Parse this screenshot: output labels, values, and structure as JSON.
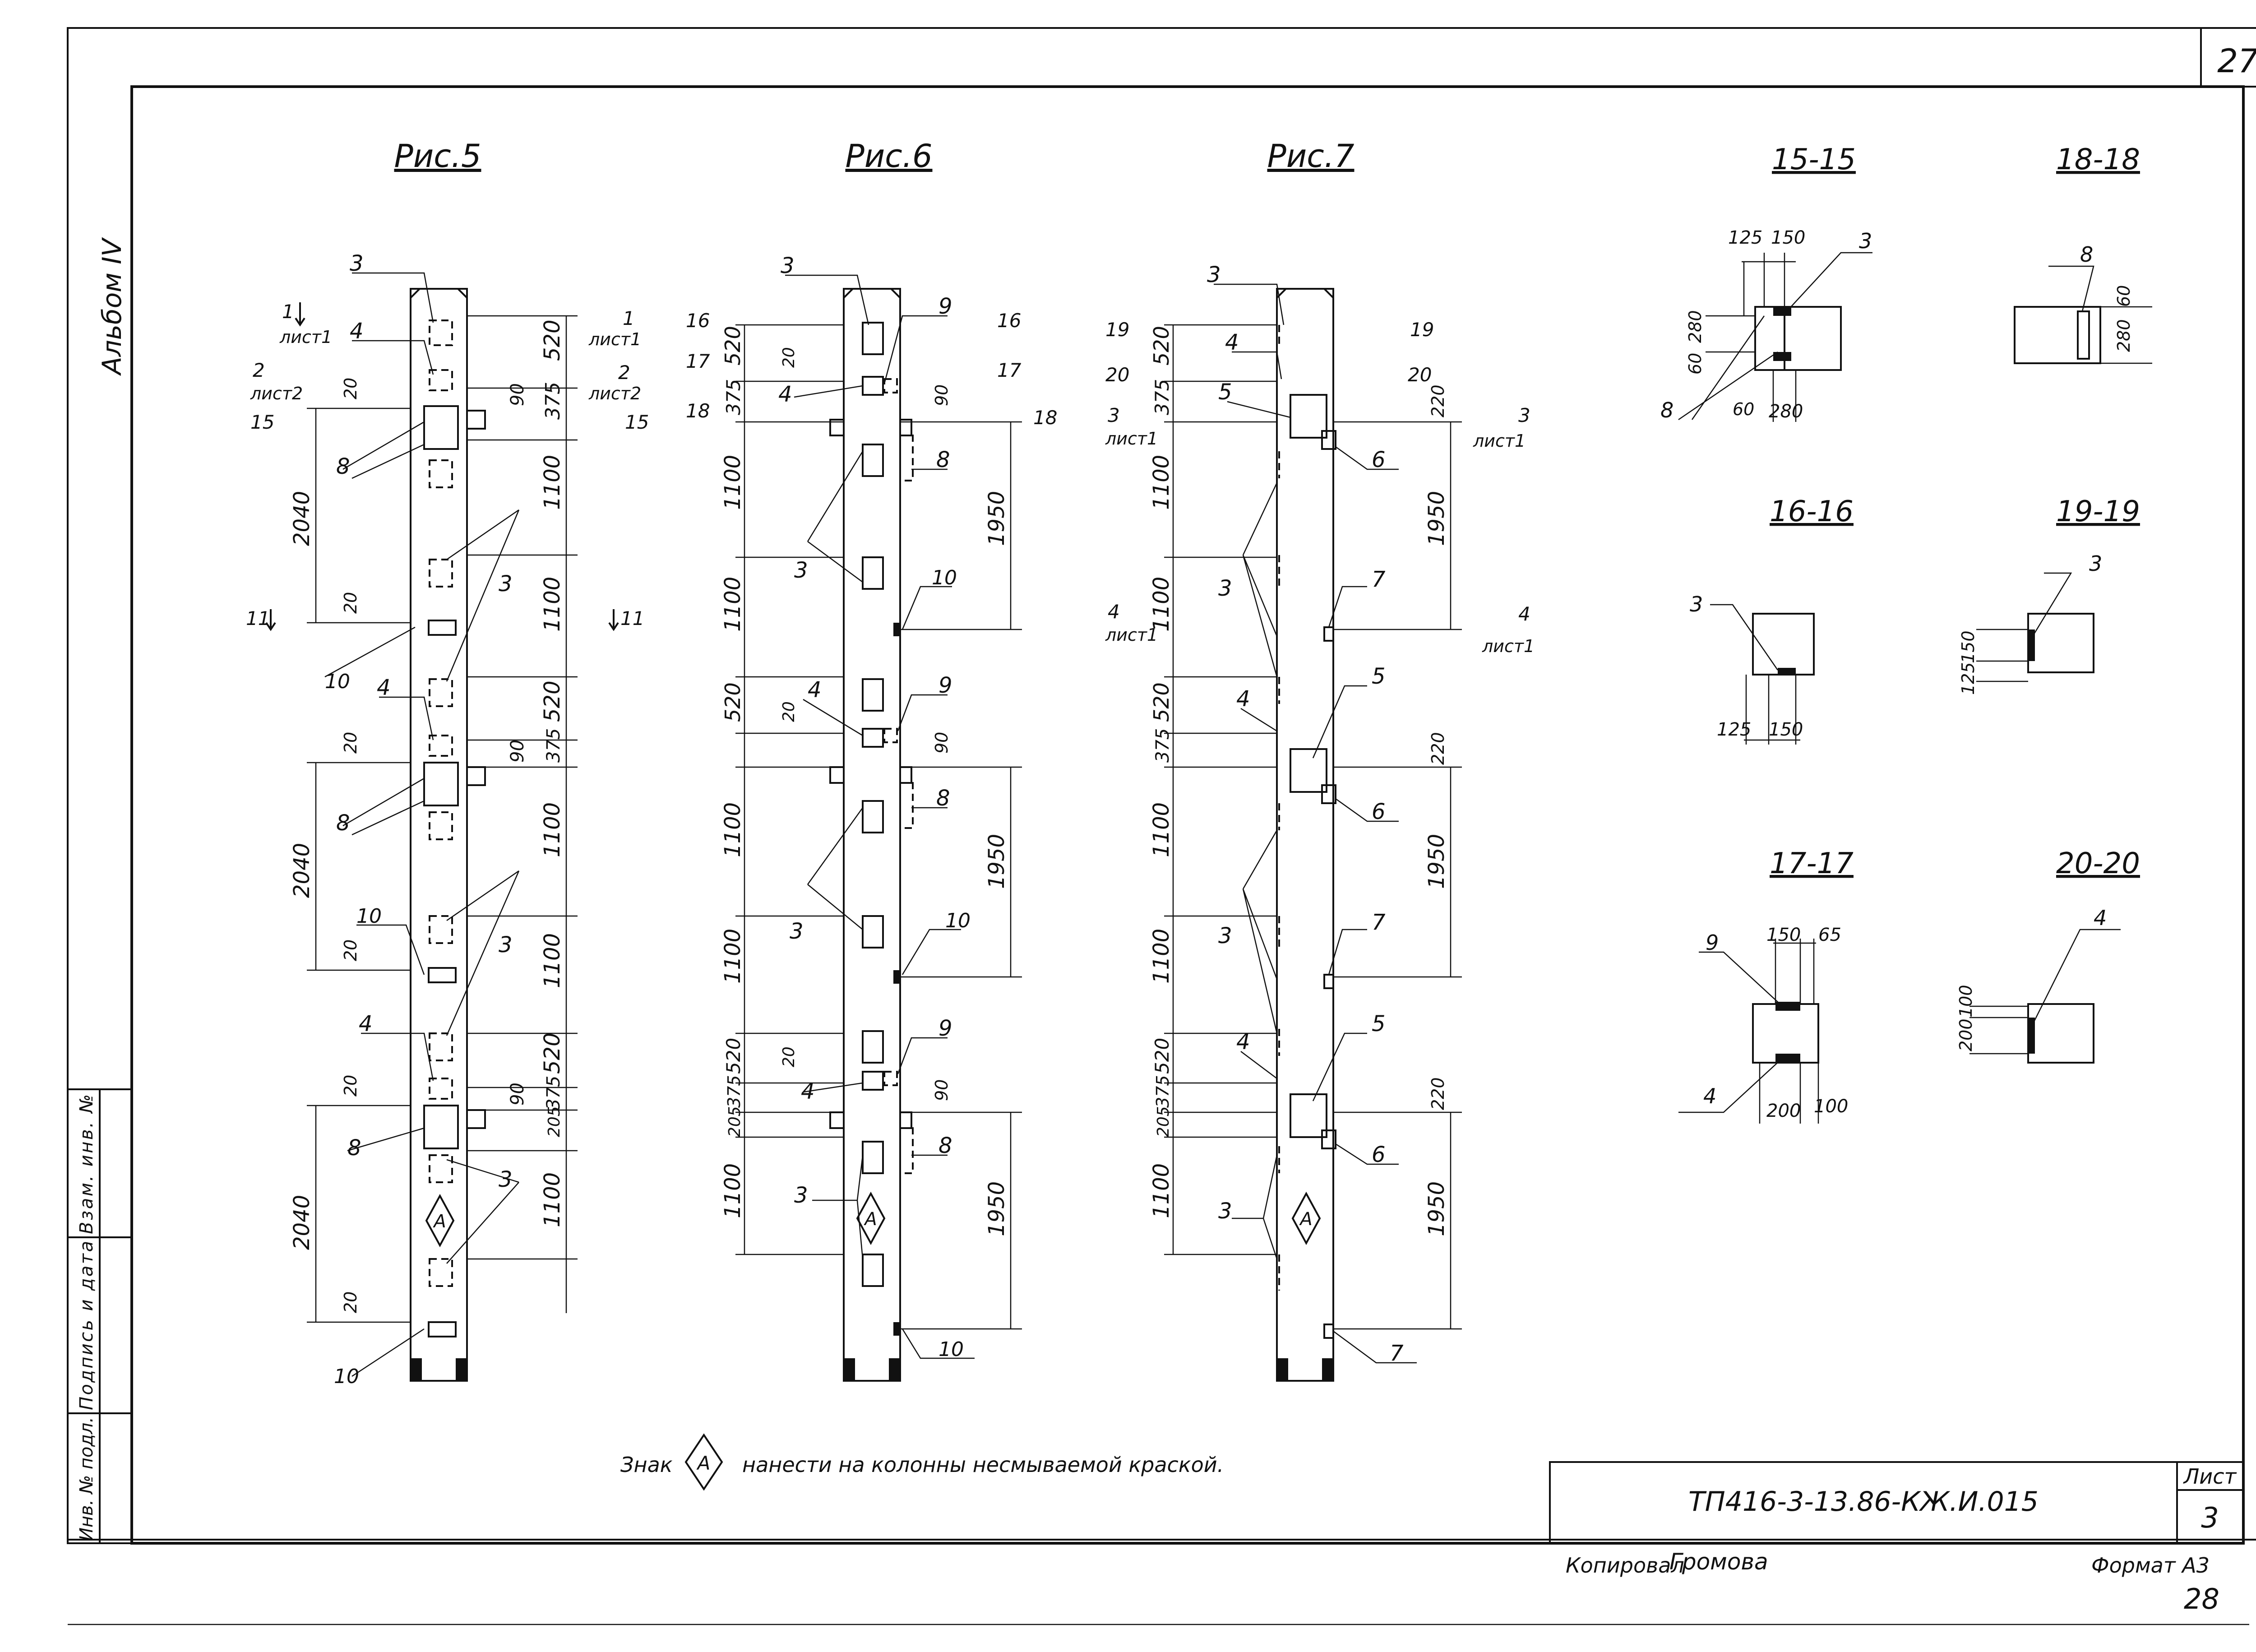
{
  "sheet": {
    "page_number": "27",
    "page_number_copy": "28",
    "album": "Альбом IV",
    "side_stamp": [
      "Инв. № подл.",
      "Подпись и дата",
      "Взам. инв. №"
    ],
    "note_prefix": "Знак",
    "note_text": "нанести на колонны несмываемой краской.",
    "mark_symbol": "А",
    "doc_code": "ТП416-3-13.86-КЖ.И.015",
    "list_label": "Лист",
    "list_number": "3",
    "copied_label": "Копировал",
    "copied_name": "Громова",
    "format": "Формат А3"
  },
  "figures": [
    {
      "title": "Рис.5"
    },
    {
      "title": "Рис.6"
    },
    {
      "title": "Рис.7"
    }
  ],
  "sections": [
    "15-15",
    "18-18",
    "16-16",
    "19-19",
    "17-17",
    "20-20"
  ],
  "dims": {
    "d520": "520",
    "d375": "375",
    "d90": "90",
    "d20": "20",
    "d1100": "1100",
    "d2040": "2040",
    "d1950": "1950",
    "d220": "220",
    "d205": "205",
    "d125": "125",
    "d150": "150",
    "d60": "60",
    "d280": "280",
    "d65": "65",
    "d100": "100",
    "d200": "200"
  },
  "marks": {
    "m1": "1",
    "m2": "2",
    "m3": "3",
    "m4": "4",
    "m5": "5",
    "m6": "6",
    "m7": "7",
    "m8": "8",
    "m9": "9",
    "m10": "10",
    "m11": "11",
    "m15": "15",
    "m16": "16",
    "m17": "17",
    "m18": "18",
    "m19": "19",
    "m20": "20",
    "list1": "лист1",
    "list2": "лист2"
  }
}
